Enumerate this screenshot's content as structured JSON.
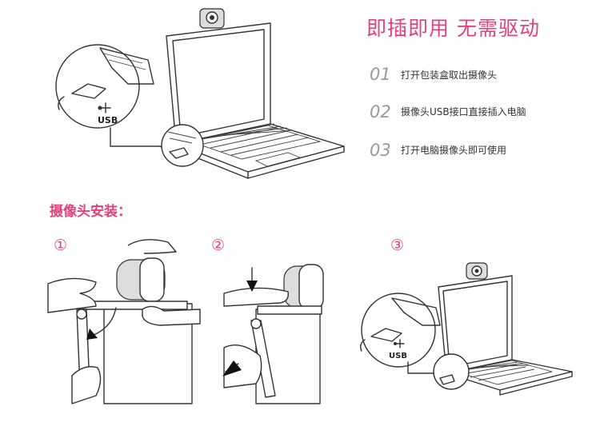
{
  "headline": "即插即用 无需驱动",
  "steps": [
    {
      "num": "01",
      "text": "打开包装盒取出摄像头"
    },
    {
      "num": "02",
      "text": "摄像头USB接口直接插入电脑"
    },
    {
      "num": "03",
      "text": "打开电脑摄像头即可使用"
    }
  ],
  "install_title": "摄像头安装：",
  "install_steps": [
    "①",
    "②",
    "③"
  ],
  "usb_label": "USB"
}
